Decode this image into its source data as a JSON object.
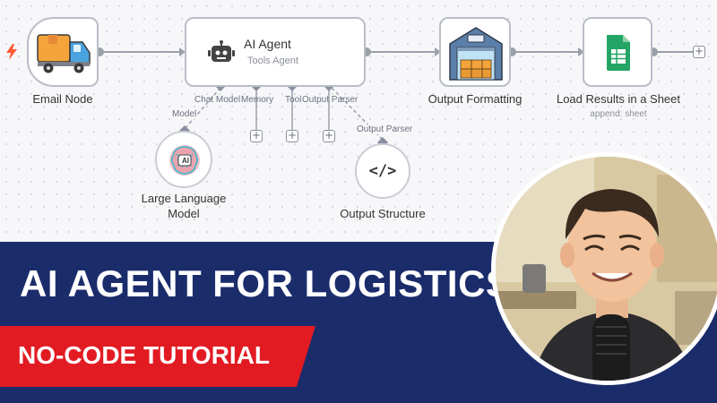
{
  "workflow": {
    "trigger_icon": "lightning-icon",
    "nodes": {
      "email": {
        "label": "Email Node",
        "icon": "delivery-truck-icon"
      },
      "agent": {
        "title": "AI Agent",
        "subtitle": "Tools Agent",
        "icon": "robot-icon"
      },
      "formatting": {
        "label": "Output Formatting",
        "icon": "warehouse-icon"
      },
      "sheet": {
        "label": "Load Results in a Sheet",
        "sublabel": "append: sheet",
        "icon": "spreadsheet-icon"
      },
      "llm": {
        "label_line1": "Large Language",
        "label_line2": "Model",
        "icon": "ai-brain-icon",
        "badge": "AI"
      },
      "structure": {
        "label": "Output Structure",
        "icon": "code-icon",
        "glyph": "</>"
      }
    },
    "agent_ports": {
      "chat_model": "Chat Model",
      "memory": "Memory",
      "tool": "Tool",
      "output_parser": "Output Parser"
    },
    "edge_labels": {
      "model": "Model",
      "output_parser": "Output Parser"
    },
    "add_button": "+"
  },
  "banner": {
    "headline": "AI AGENT FOR LOGISTICS",
    "tag": "NO-CODE TUTORIAL",
    "colors": {
      "navy": "#1b2c6b",
      "red": "#e21b23"
    }
  },
  "presenter": {
    "icon": "presenter-portrait"
  }
}
